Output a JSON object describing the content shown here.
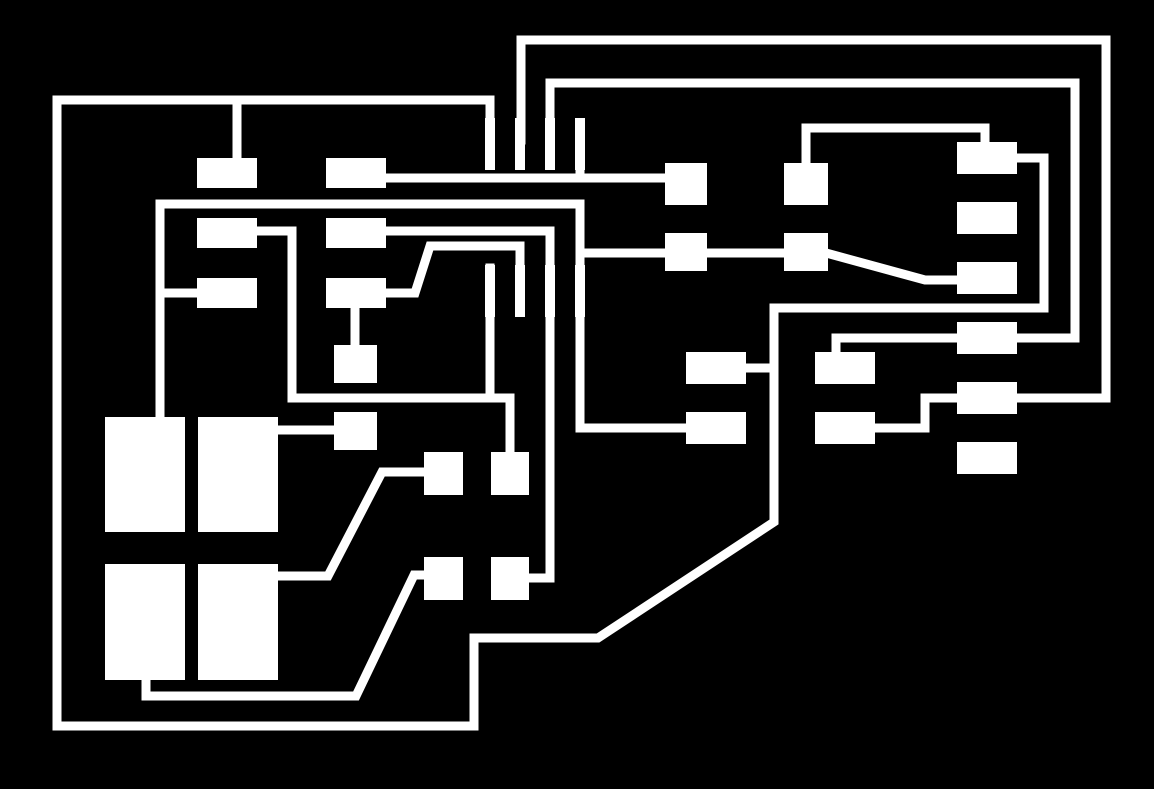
{
  "diagram": {
    "type": "pcb-trace-layout",
    "colors": {
      "background": "#000000",
      "copper": "#ffffff"
    },
    "components": [
      {
        "name": "pad-a1"
      },
      {
        "name": "pad-a2"
      },
      {
        "name": "pad-a3"
      },
      {
        "name": "pad-b1"
      },
      {
        "name": "pad-b2"
      },
      {
        "name": "pad-b3"
      },
      {
        "name": "pad-b4"
      },
      {
        "name": "pad-c1"
      },
      {
        "name": "pad-c2"
      },
      {
        "name": "pad-c3"
      },
      {
        "name": "pad-c4"
      },
      {
        "name": "pad-d1"
      },
      {
        "name": "pad-d2"
      },
      {
        "name": "pad-d3"
      },
      {
        "name": "pad-d4"
      },
      {
        "name": "pad-e1"
      },
      {
        "name": "pad-e2"
      },
      {
        "name": "pad-e3"
      },
      {
        "name": "pad-e4"
      },
      {
        "name": "connector-1"
      },
      {
        "name": "connector-2"
      },
      {
        "name": "connector-3"
      },
      {
        "name": "connector-4"
      },
      {
        "name": "connector-5"
      },
      {
        "name": "connector-6"
      }
    ],
    "header_pin_groups": [
      {
        "name": "header-top",
        "pins": 4
      },
      {
        "name": "header-mid",
        "pins": 4
      }
    ]
  }
}
